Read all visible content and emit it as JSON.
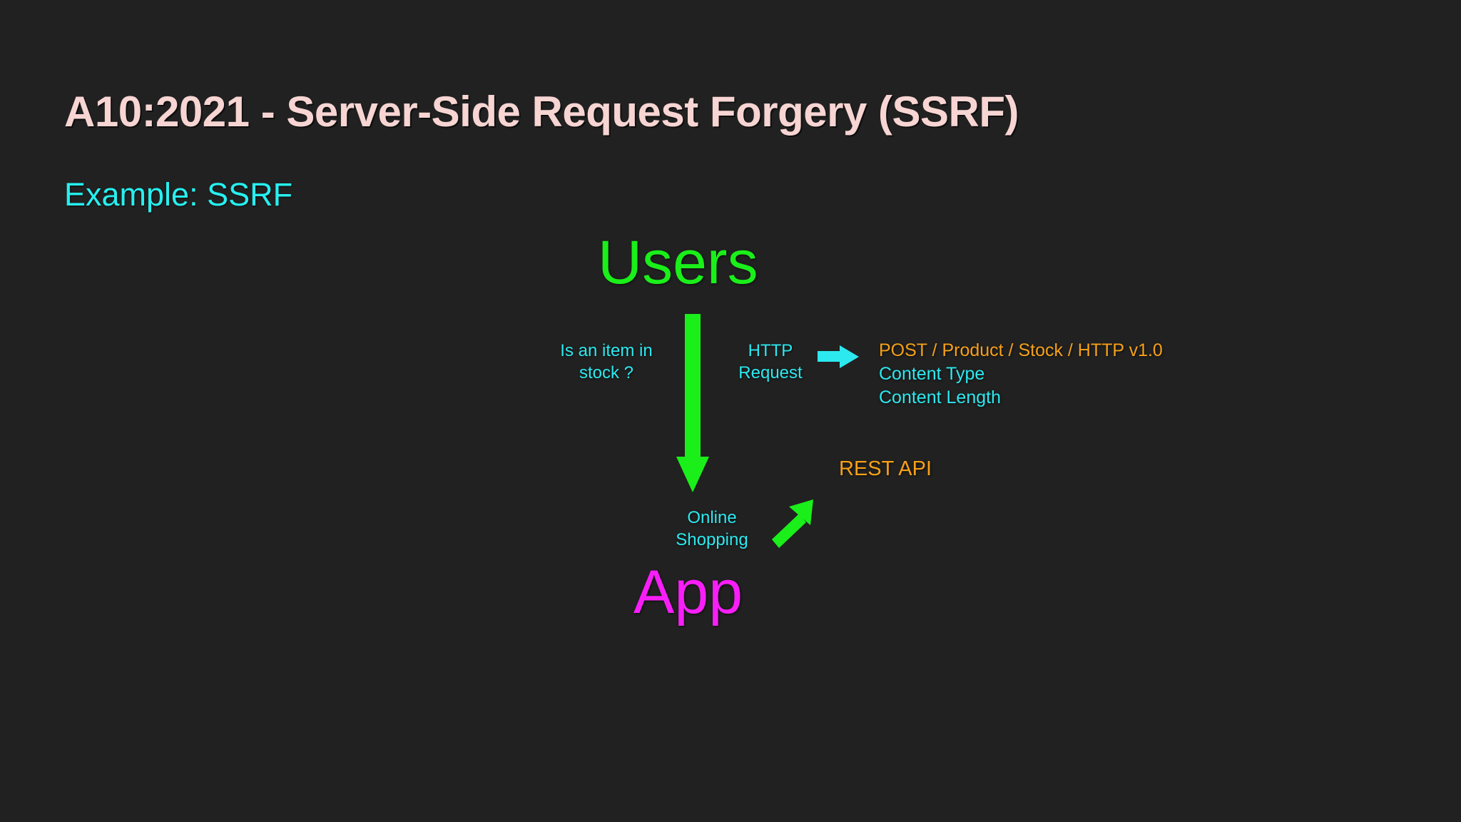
{
  "slide": {
    "background_color": "#212121",
    "title": "A10:2021 - Server-Side Request Forgery (SSRF)",
    "title_color": "#f7d5d3",
    "subtitle": "Example: SSRF",
    "subtitle_color": "#27f0f0"
  },
  "diagram": {
    "type": "flow-diagram",
    "nodes": [
      {
        "id": "users",
        "label": "Users",
        "color": "#1aef1a",
        "role": "actor"
      },
      {
        "id": "online-shopping",
        "label_line_1": "Online",
        "label_line_2": "Shopping",
        "color": "#2ce9ef",
        "role": "annotation"
      },
      {
        "id": "app",
        "label": "App",
        "color": "#f81ef8",
        "role": "actor"
      }
    ],
    "annotations": [
      {
        "id": "question",
        "line_1": "Is an item in",
        "line_2": "stock ?",
        "color": "#2ce9ef"
      },
      {
        "id": "http-request",
        "line_1": "HTTP",
        "line_2": "Request",
        "color": "#2ce9ef"
      },
      {
        "id": "rest-api",
        "label": "REST API",
        "color": "#f6a019"
      }
    ],
    "request_block": {
      "line_1": "POST / Product / Stock / HTTP v1.0",
      "line_1_color": "#f6a019",
      "line_2": "Content Type",
      "line_3": "Content Length",
      "lines_2_3_color": "#2ce9ef"
    },
    "arrows": [
      {
        "id": "users-to-app",
        "direction": "down",
        "color": "#1aef1a",
        "from": "users",
        "to": "app"
      },
      {
        "id": "http-request-to-payload",
        "direction": "right",
        "color": "#2ce9ef",
        "from": "http-request",
        "to": "request-block"
      },
      {
        "id": "app-to-rest-api",
        "direction": "up-right",
        "color": "#1aef1a",
        "from": "app",
        "to": "rest-api"
      }
    ]
  }
}
